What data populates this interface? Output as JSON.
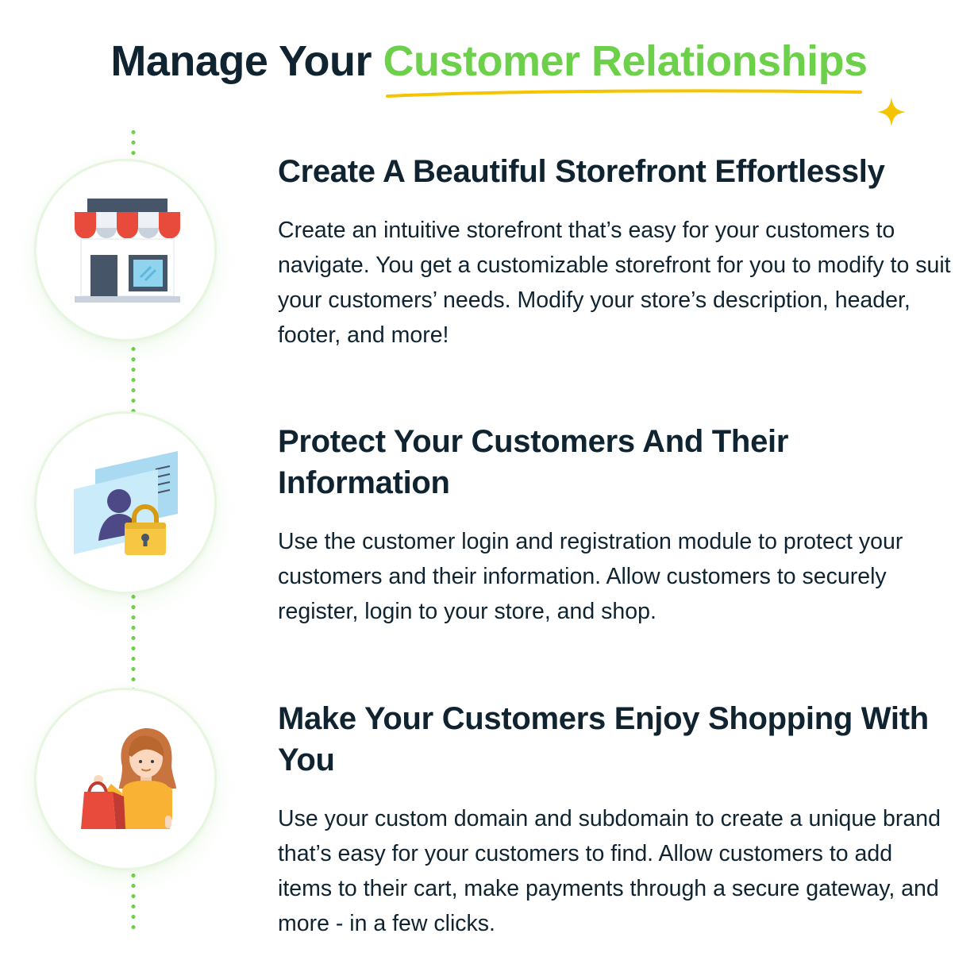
{
  "header": {
    "title_prefix": "Manage Your",
    "title_accent": "Customer Relationships"
  },
  "colors": {
    "accent_green": "#6dd04b",
    "underline_yellow": "#f5c400",
    "text_dark": "#0f2430"
  },
  "features": [
    {
      "icon": "storefront-icon",
      "heading": "Create A Beautiful Storefront Effortlessly",
      "description": "Create an intuitive storefront that’s easy for your customers to navigate. You get a customizable storefront for you to modify to suit your customers’ needs. Modify your store’s description, header, footer, and more!"
    },
    {
      "icon": "secure-profile-icon",
      "heading": "Protect Your Customers And Their Information",
      "description": "Use the customer login and registration module to protect your customers and their information. Allow customers to securely register, login to your store, and shop."
    },
    {
      "icon": "shopper-icon",
      "heading": "Make Your Customers Enjoy Shopping With You",
      "description": "Use your custom domain and subdomain to create a unique brand that’s easy for your customers to find. Allow customers to add items to their cart, make payments through a secure gateway, and more - in a few clicks."
    }
  ]
}
